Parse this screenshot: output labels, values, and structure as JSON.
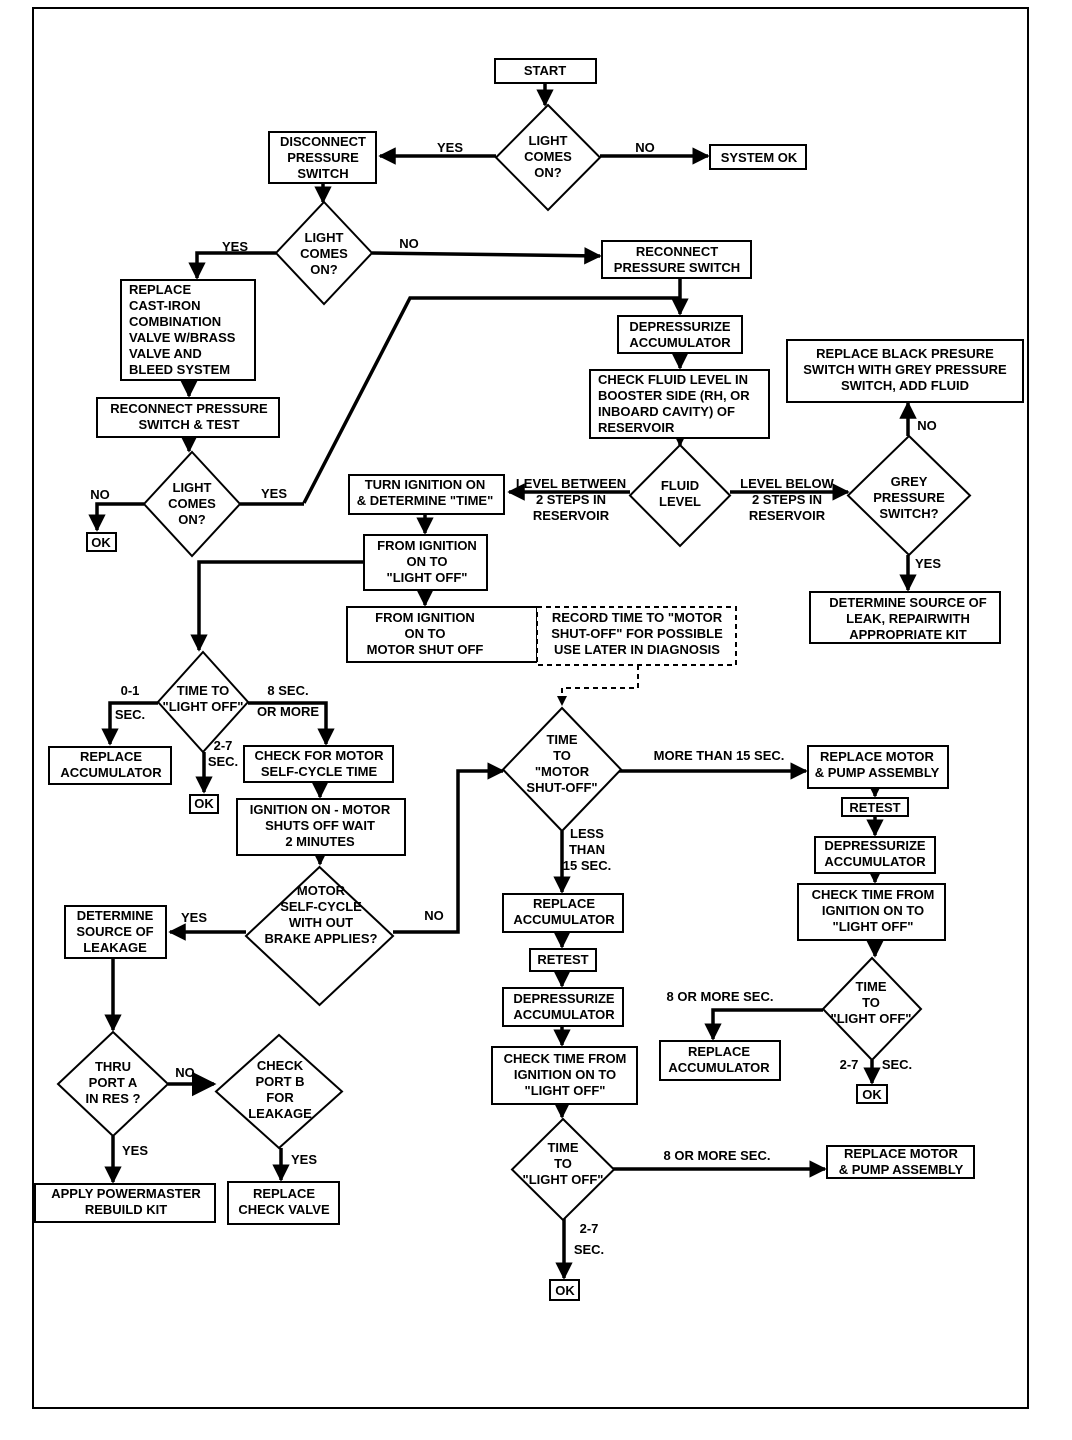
{
  "nodes": {
    "start": [
      "START"
    ],
    "d_light1": [
      "LIGHT",
      "COMES",
      "ON?"
    ],
    "system_ok": [
      "SYSTEM OK"
    ],
    "disconnect": [
      "DISCONNECT",
      "PRESSURE",
      "SWITCH"
    ],
    "d_light2": [
      "LIGHT",
      "COMES",
      "ON?"
    ],
    "reconnect": [
      "RECONNECT",
      "PRESSURE SWITCH"
    ],
    "replace_castiron": [
      "REPLACE",
      "CAST-IRON",
      "COMBINATION",
      "VALVE W/BRASS",
      "VALVE AND",
      "BLEED SYSTEM"
    ],
    "depress1": [
      "DEPRESSURIZE",
      "ACCUMULATOR"
    ],
    "replace_black": [
      "REPLACE BLACK PRESURE",
      "SWITCH WITH GREY PRESSURE",
      "SWITCH, ADD FLUID"
    ],
    "check_fluid": [
      "CHECK FLUID LEVEL IN",
      "BOOSTER SIDE (RH, OR",
      "INBOARD CAVITY) OF",
      "RESERVOIR"
    ],
    "reconnect_test": [
      "RECONNECT PRESSURE",
      "SWITCH & TEST"
    ],
    "d_light3": [
      "LIGHT",
      "COMES",
      "ON?"
    ],
    "ok1": [
      "OK"
    ],
    "turn_ign": [
      "TURN IGNITION ON",
      "& DETERMINE \"TIME\""
    ],
    "d_fluid": [
      "FLUID",
      "LEVEL"
    ],
    "d_grey": [
      "GREY",
      "PRESSURE",
      "SWITCH?"
    ],
    "from_ign_light": [
      "FROM IGNITION",
      "ON TO",
      "\"LIGHT OFF\""
    ],
    "determine_leak_repair": [
      "DETERMINE SOURCE OF",
      "LEAK, REPAIRWITH",
      "APPROPRIATE KIT"
    ],
    "from_ign_motor": [
      "FROM IGNITION",
      "ON TO",
      "MOTOR SHUT OFF"
    ],
    "record_time": [
      "RECORD TIME TO \"MOTOR",
      "SHUT-OFF\" FOR POSSIBLE",
      "USE LATER IN DIAGNOSIS"
    ],
    "d_time_light1": [
      "TIME TO",
      "\"LIGHT OFF\""
    ],
    "replace_accum1": [
      "REPLACE",
      "ACCUMULATOR"
    ],
    "ok2": [
      "OK"
    ],
    "check_selfcycle": [
      "CHECK FOR MOTOR",
      "SELF-CYCLE TIME"
    ],
    "ign_on_motor": [
      "IGNITION ON - MOTOR",
      "SHUTS OFF WAIT",
      "2 MINUTES"
    ],
    "d_time_motor": [
      "TIME",
      "TO",
      "\"MOTOR",
      "SHUT-OFF\""
    ],
    "replace_motor1": [
      "REPLACE MOTOR",
      "& PUMP ASSEMBLY"
    ],
    "retest1": [
      "RETEST"
    ],
    "depress2": [
      "DEPRESSURIZE",
      "ACCUMULATOR"
    ],
    "check_time1": [
      "CHECK TIME FROM",
      "IGNITION ON TO",
      "\"LIGHT OFF\""
    ],
    "d_motor_self": [
      "MOTOR",
      "SELF-CYCLE",
      "WITH OUT",
      "BRAKE APPLIES?"
    ],
    "determine_leakage": [
      "DETERMINE",
      "SOURCE OF",
      "LEAKAGE"
    ],
    "replace_accum2": [
      "REPLACE",
      "ACCUMULATOR"
    ],
    "retest2": [
      "RETEST"
    ],
    "depress3": [
      "DEPRESSURIZE",
      "ACCUMULATOR"
    ],
    "d_time_light2": [
      "TIME",
      "TO",
      "\"LIGHT OFF\""
    ],
    "replace_accum3": [
      "REPLACE",
      "ACCUMULATOR"
    ],
    "ok3": [
      "OK"
    ],
    "check_time2": [
      "CHECK TIME FROM",
      "IGNITION ON TO",
      "\"LIGHT OFF\""
    ],
    "d_thru_port": [
      "THRU",
      "PORT A",
      "IN RES ?"
    ],
    "d_check_port": [
      "CHECK",
      "PORT B",
      "FOR",
      "LEAKAGE"
    ],
    "d_time_light3": [
      "TIME",
      "TO",
      "\"LIGHT OFF\""
    ],
    "replace_motor2": [
      "REPLACE MOTOR",
      "& PUMP ASSEMBLY"
    ],
    "apply_kit": [
      "APPLY POWERMASTER",
      "REBUILD KIT"
    ],
    "replace_check": [
      "REPLACE",
      "CHECK VALVE"
    ],
    "ok4": [
      "OK"
    ]
  },
  "labels": {
    "yes1": [
      "YES"
    ],
    "no1": [
      "NO"
    ],
    "yes2": [
      "YES"
    ],
    "no2": [
      "NO"
    ],
    "no3": [
      "NO"
    ],
    "yes3": [
      "YES"
    ],
    "level_between": [
      "LEVEL BETWEEN",
      "2 STEPS IN",
      "RESERVOIR"
    ],
    "level_below": [
      "LEVEL BELOW",
      "2 STEPS IN",
      "RESERVOIR"
    ],
    "no4": [
      "NO"
    ],
    "yes4": [
      "YES"
    ],
    "zero_one": [
      "0-1",
      "SEC."
    ],
    "eight_more": [
      "8 SEC.",
      "OR MORE"
    ],
    "two_seven1": [
      "2-7",
      "SEC."
    ],
    "more15": [
      "MORE THAN 15 SEC."
    ],
    "less15": [
      "LESS",
      "THAN",
      "15 SEC."
    ],
    "yes5": [
      "YES"
    ],
    "no5": [
      "NO"
    ],
    "eight_more2": [
      "8 OR MORE SEC."
    ],
    "two_seven2": [
      "2-7",
      "SEC."
    ],
    "no6": [
      "NO"
    ],
    "yes6": [
      "YES"
    ],
    "yes7": [
      "YES"
    ],
    "eight_more3": [
      "8 OR MORE SEC."
    ],
    "two_seven3": [
      "2-7",
      "SEC."
    ]
  }
}
